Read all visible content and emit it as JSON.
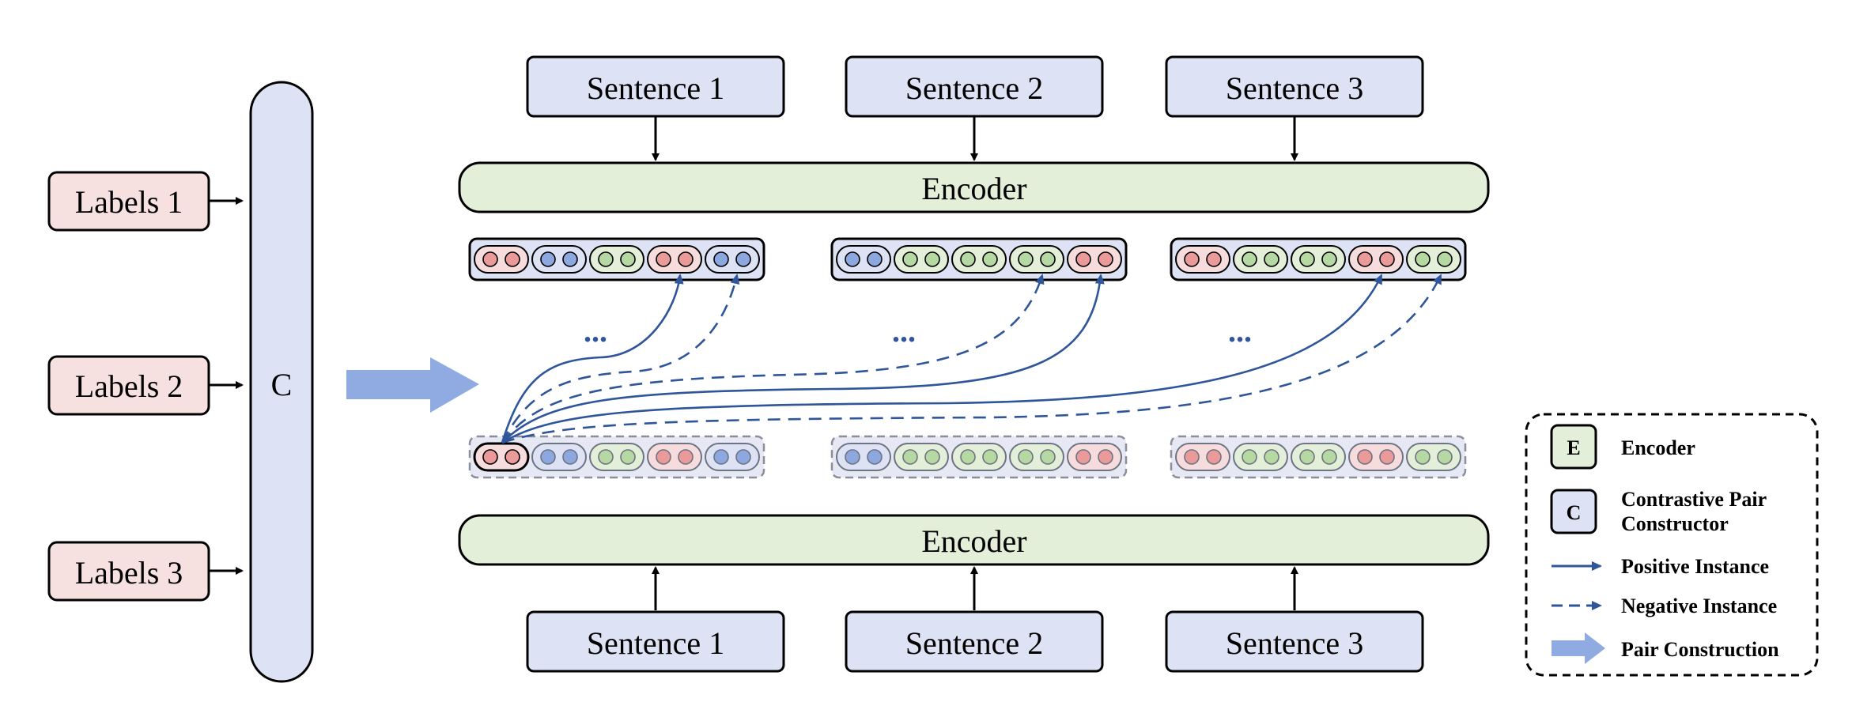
{
  "labels": [
    "Labels 1",
    "Labels 2",
    "Labels 3"
  ],
  "constructor_label": "C",
  "encoder_top": "Encoder",
  "encoder_bottom": "Encoder",
  "sentences_top": [
    "Sentence 1",
    "Sentence 2",
    "Sentence 3"
  ],
  "sentences_bottom": [
    "Sentence 1",
    "Sentence 2",
    "Sentence 3"
  ],
  "ellipsis": "...",
  "groups": [
    [
      "red",
      "blue",
      "green",
      "red",
      "blue"
    ],
    [
      "blue",
      "green",
      "green",
      "green",
      "red"
    ],
    [
      "red",
      "green",
      "green",
      "red",
      "green"
    ]
  ],
  "legend": {
    "encoder_key": "E",
    "encoder_label": "Encoder",
    "constructor_key": "C",
    "constructor_label_line1": "Contrastive Pair",
    "constructor_label_line2": "Constructor",
    "positive_label": "Positive Instance",
    "negative_label": "Negative Instance",
    "pair_label": "Pair Construction"
  },
  "colors": {
    "red_fill": "#f6dcdc",
    "red_dot": "#eb9a9a",
    "blue_fill": "#dde3f4",
    "blue_dot": "#8da7df",
    "green_fill": "#e3efd9",
    "green_dot": "#b6d8a2",
    "encoder_fill": "#e3efd9",
    "sentence_fill": "#dde3f4",
    "label_fill": "#f6e0e0",
    "arrow_blue": "#2f559a",
    "big_arrow": "#8fabe1"
  }
}
